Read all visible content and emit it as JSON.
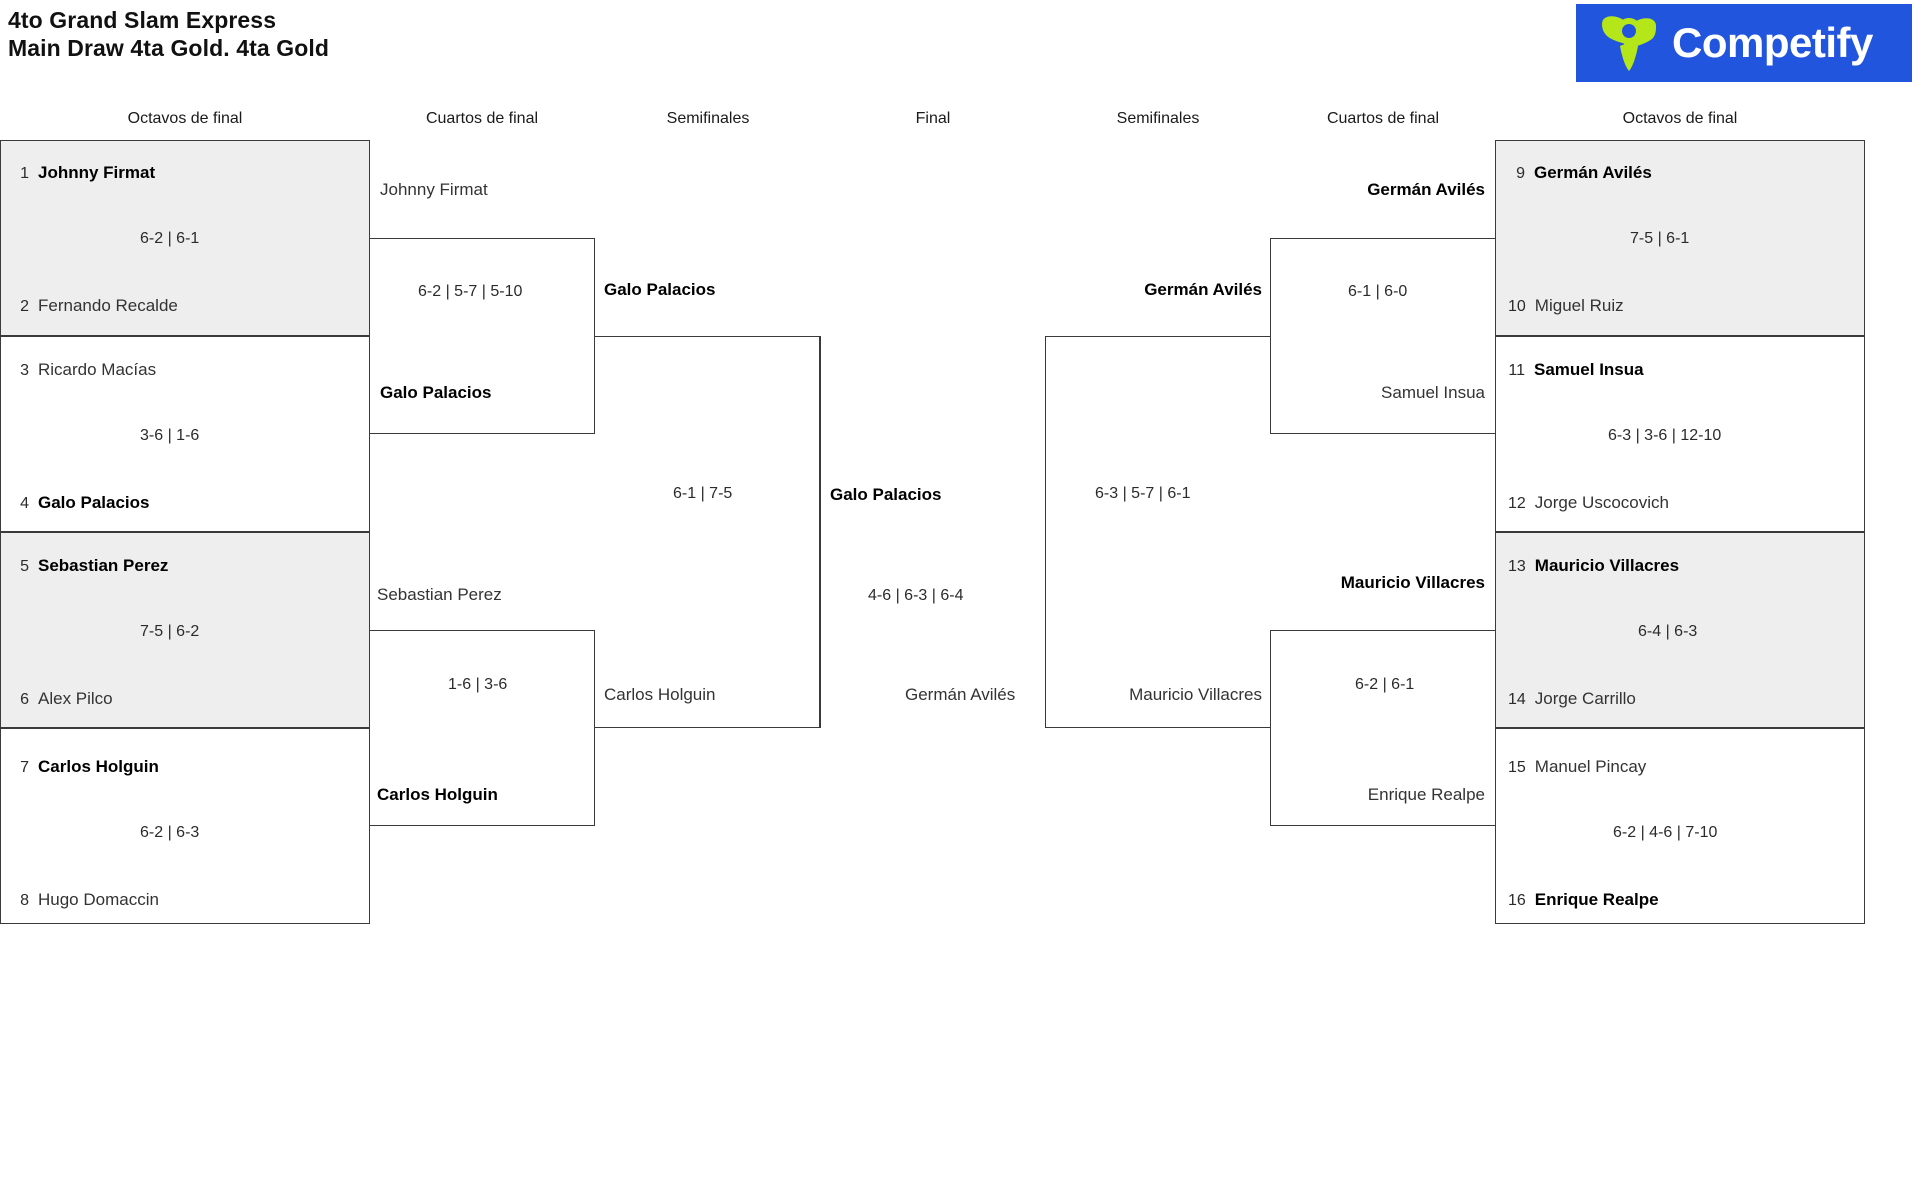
{
  "header": {
    "title_line1": "4to Grand Slam Express",
    "title_line2": "Main Draw 4ta Gold. 4ta Gold",
    "brand_name": "Competify",
    "brand_bg": "#2255dd",
    "brand_accent": "#b4e619"
  },
  "round_labels": {
    "left_r16": "Octavos de final",
    "left_qf": "Cuartos de final",
    "left_sf": "Semifinales",
    "final": "Final",
    "right_sf": "Semifinales",
    "right_qf": "Cuartos de final",
    "right_r16": "Octavos de final"
  },
  "left_r16": [
    {
      "shaded": true,
      "top": {
        "seed": "1",
        "name": "Johnny Firmat",
        "winner": true
      },
      "bottom": {
        "seed": "2",
        "name": "Fernando Recalde",
        "winner": false
      },
      "score": "6-2 | 6-1"
    },
    {
      "shaded": false,
      "top": {
        "seed": "3",
        "name": "Ricardo Macías",
        "winner": false
      },
      "bottom": {
        "seed": "4",
        "name": "Galo Palacios",
        "winner": true
      },
      "score": "3-6 | 1-6"
    },
    {
      "shaded": true,
      "top": {
        "seed": "5",
        "name": "Sebastian Perez",
        "winner": true
      },
      "bottom": {
        "seed": "6",
        "name": "Alex Pilco",
        "winner": false
      },
      "score": "7-5 | 6-2"
    },
    {
      "shaded": false,
      "top": {
        "seed": "7",
        "name": "Carlos Holguin",
        "winner": true
      },
      "bottom": {
        "seed": "8",
        "name": "Hugo Domaccin",
        "winner": false
      },
      "score": "6-2 | 6-3"
    }
  ],
  "right_r16": [
    {
      "shaded": true,
      "top": {
        "seed": "9",
        "name": "Germán Avilés",
        "winner": true
      },
      "bottom": {
        "seed": "10",
        "name": "Miguel Ruiz",
        "winner": false
      },
      "score": "7-5 | 6-1"
    },
    {
      "shaded": false,
      "top": {
        "seed": "11",
        "name": "Samuel Insua",
        "winner": true
      },
      "bottom": {
        "seed": "12",
        "name": "Jorge Uscocovich",
        "winner": false
      },
      "score": "6-3 | 3-6 | 12-10"
    },
    {
      "shaded": true,
      "top": {
        "seed": "13",
        "name": "Mauricio Villacres",
        "winner": true
      },
      "bottom": {
        "seed": "14",
        "name": "Jorge Carrillo",
        "winner": false
      },
      "score": "6-4 | 6-3"
    },
    {
      "shaded": false,
      "top": {
        "seed": "15",
        "name": "Manuel Pincay",
        "winner": false
      },
      "bottom": {
        "seed": "16",
        "name": "Enrique Realpe",
        "winner": true
      },
      "score": "6-2 | 4-6 | 7-10"
    }
  ],
  "left_qf": [
    {
      "top": {
        "name": "Johnny Firmat",
        "winner": false
      },
      "bottom": {
        "name": "Galo Palacios",
        "winner": true
      },
      "score": "6-2 | 5-7 | 5-10"
    },
    {
      "top": {
        "name": "Sebastian Perez",
        "winner": false
      },
      "bottom": {
        "name": "Carlos Holguin",
        "winner": true
      },
      "score": "1-6 | 3-6"
    }
  ],
  "right_qf": [
    {
      "top": {
        "name": "Germán Avilés",
        "winner": false
      },
      "bottom": {
        "name": "Samuel Insua",
        "winner": false
      },
      "score": "6-1 | 6-0"
    },
    {
      "top": {
        "name": "Mauricio Villacres",
        "winner": false
      },
      "bottom": {
        "name": "Enrique Realpe",
        "winner": false
      },
      "score": "6-2 | 6-1"
    }
  ],
  "left_sf": {
    "top": {
      "name": "Galo Palacios",
      "winner": true
    },
    "bottom": {
      "name": "Carlos Holguin",
      "winner": false
    },
    "score": "6-1 | 7-5"
  },
  "right_sf": {
    "top": {
      "name": "Germán Avilés",
      "winner": true
    },
    "bottom": {
      "name": "Mauricio Villacres",
      "winner": false
    },
    "score": "6-3 | 5-7 | 6-1"
  },
  "final": {
    "top": {
      "name": "Galo Palacios",
      "winner": true
    },
    "bottom": {
      "name": "Germán Avilés",
      "winner": false
    },
    "score": "4-6 | 6-3 | 6-4"
  }
}
